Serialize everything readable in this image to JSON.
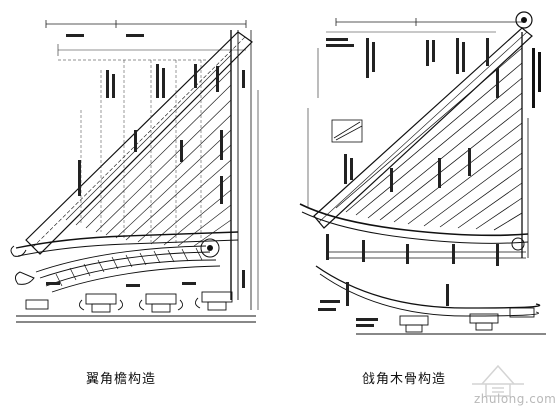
{
  "captions": {
    "left": "翼角檐构造",
    "right": "戗角木骨构造"
  },
  "watermark": {
    "text": "zhulong.com"
  }
}
